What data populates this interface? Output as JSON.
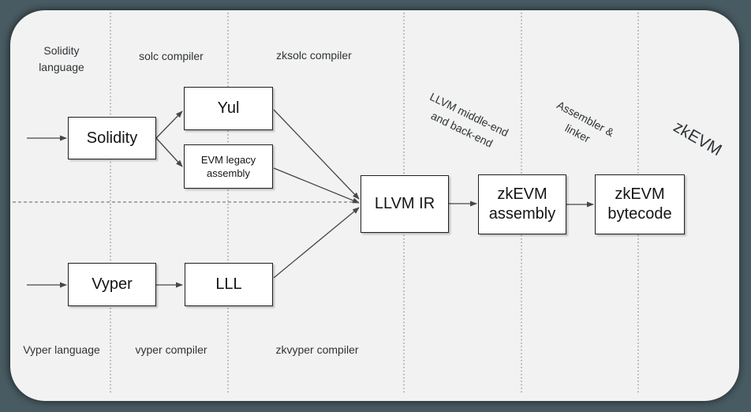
{
  "diagram": {
    "title_hint": "zkEVM compiler toolchain flow",
    "nodes": {
      "solidity": "Solidity",
      "yul": "Yul",
      "evm_legacy_assembly": "EVM legacy assembly",
      "vyper": "Vyper",
      "lll": "LLL",
      "llvm_ir": "LLVM IR",
      "zkevm_assembly": "zkEVM assembly",
      "zkevm_bytecode": "zkEVM bytecode"
    },
    "lane_labels": {
      "solidity_language": "Solidity language",
      "solc_compiler": "solc compiler",
      "zksolc_compiler": "zksolc compiler",
      "vyper_language": "Vyper language",
      "vyper_compiler": "vyper compiler",
      "zkvyper_compiler": "zkvyper compiler",
      "llvm_middle_back_end": "LLVM middle-end and back-end",
      "assembler_linker": "Assembler & linker",
      "zkevm": "zkEVM"
    },
    "edges": [
      {
        "from": "external-input",
        "to": "Solidity"
      },
      {
        "from": "Solidity",
        "to": "Yul"
      },
      {
        "from": "Solidity",
        "to": "EVM legacy assembly"
      },
      {
        "from": "Yul",
        "to": "LLVM IR"
      },
      {
        "from": "EVM legacy assembly",
        "to": "LLVM IR"
      },
      {
        "from": "external-input",
        "to": "Vyper"
      },
      {
        "from": "Vyper",
        "to": "LLL"
      },
      {
        "from": "LLL",
        "to": "LLVM IR"
      },
      {
        "from": "LLVM IR",
        "to": "zkEVM assembly"
      },
      {
        "from": "zkEVM assembly",
        "to": "zkEVM bytecode"
      }
    ],
    "colors": {
      "frame_color": "#485b62",
      "card_color": "#f2f2f2",
      "node_fill": "#ffffff",
      "node_border": "#1f1f1f",
      "node_text": "#141414",
      "label_text": "#2f3437",
      "wire_color": "#474747",
      "guide_color": "#9a9a9a"
    }
  }
}
